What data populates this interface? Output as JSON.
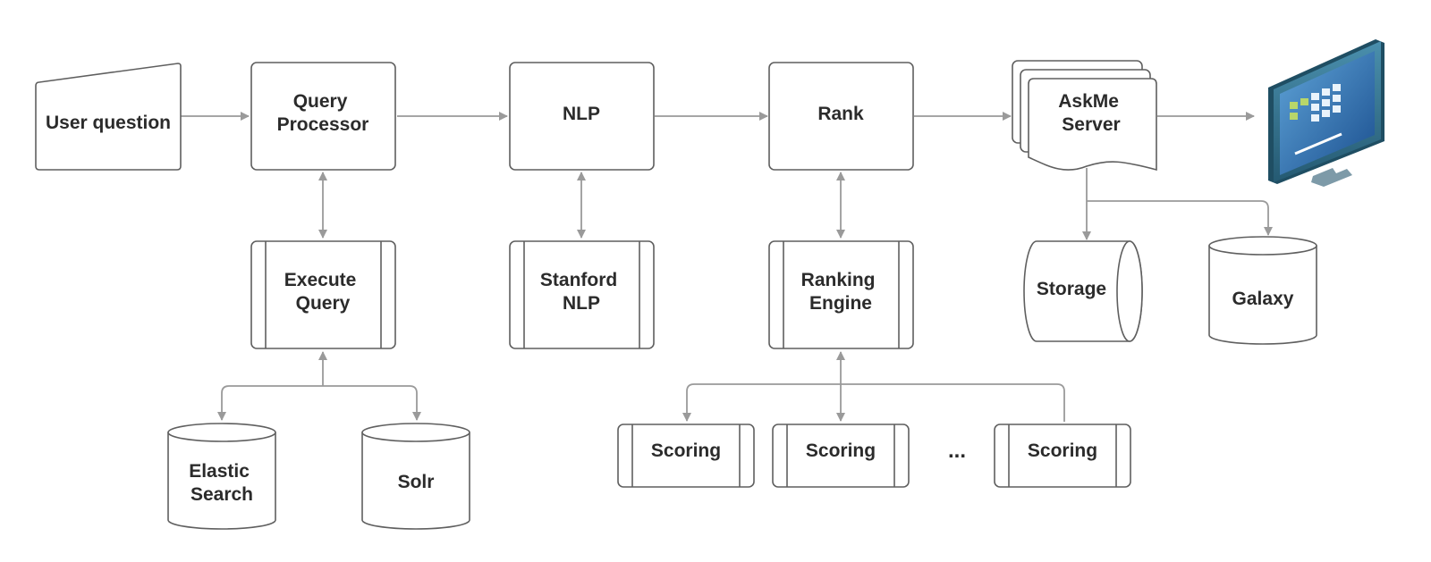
{
  "nodes": {
    "user_question": "User question",
    "query_processor": [
      "Query",
      "Processor"
    ],
    "nlp": "NLP",
    "rank": "Rank",
    "askme_server": [
      "AskMe",
      "Server"
    ],
    "execute_query": [
      "Execute",
      "Query"
    ],
    "stanford_nlp": [
      "Stanford",
      "NLP"
    ],
    "ranking_engine": [
      "Ranking",
      "Engine"
    ],
    "storage": "Storage",
    "galaxy": "Galaxy",
    "elastic_search": [
      "Elastic",
      "Search"
    ],
    "solr": "Solr",
    "scoring_1": "Scoring",
    "scoring_2": "Scoring",
    "scoring_3": "Scoring",
    "ellipsis": "..."
  },
  "icons": [
    "monitor-icon"
  ],
  "colors": {
    "stroke": "#5f5f5f",
    "connector": "#9a9a9a",
    "text": "#2b2b2b",
    "monitor_frame": "#2f6f8a",
    "monitor_screen": "#1f5fa8"
  }
}
